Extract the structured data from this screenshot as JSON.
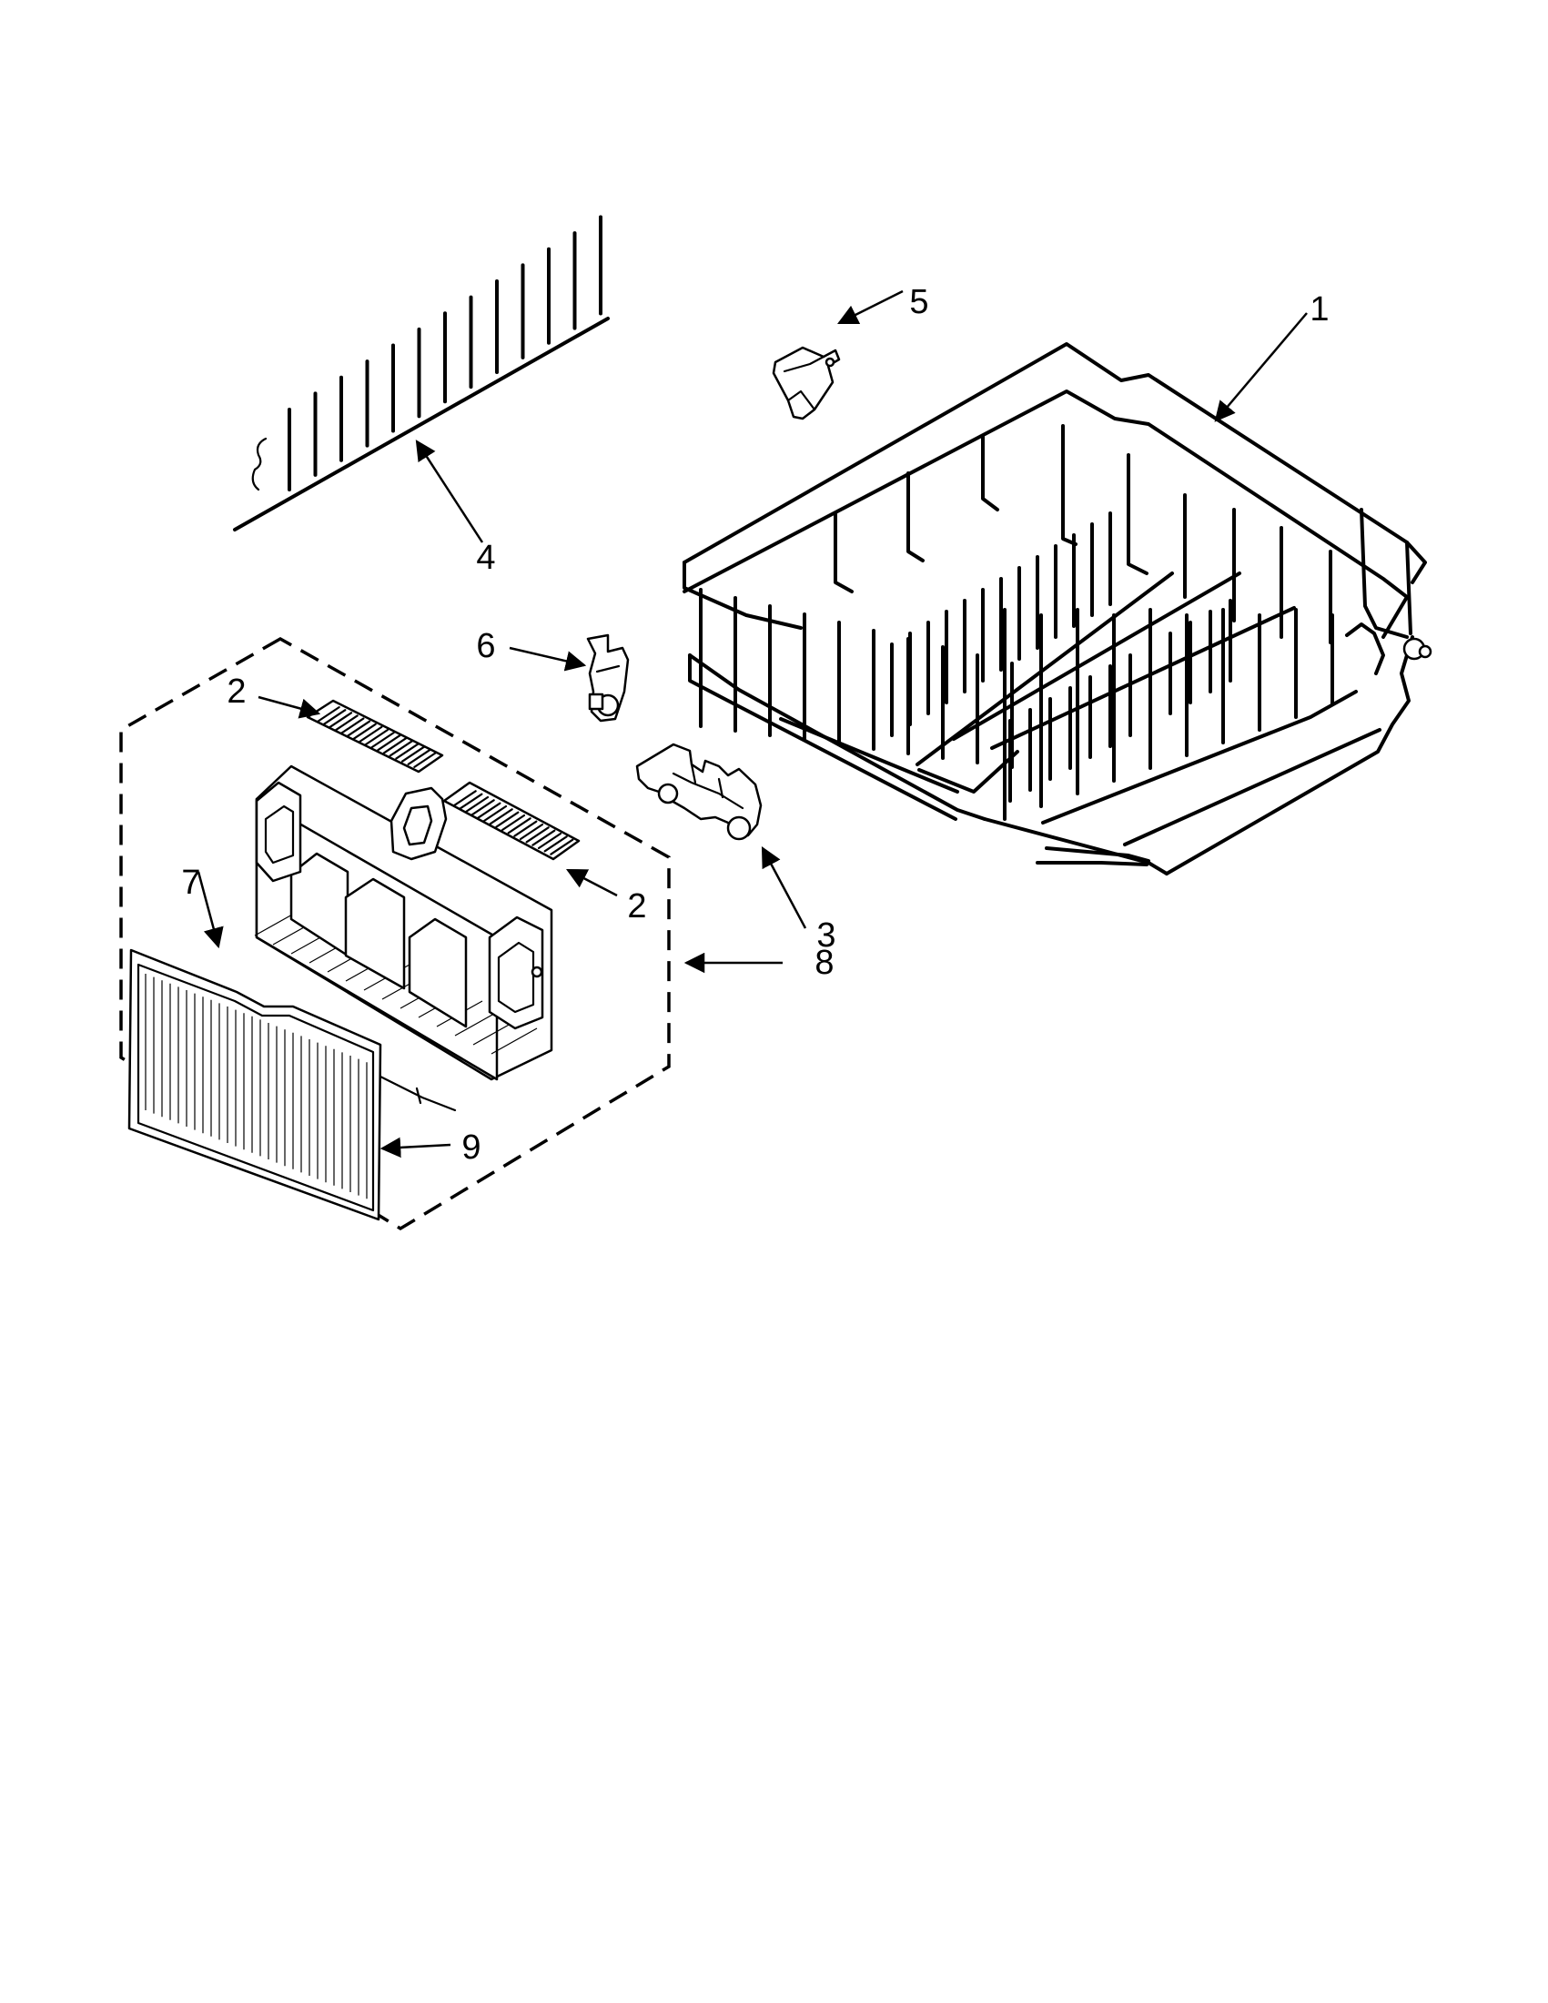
{
  "diagram": {
    "callouts": [
      "1",
      "2",
      "2",
      "3",
      "4",
      "5",
      "6",
      "7",
      "8",
      "9"
    ],
    "parts": [
      {
        "ref": "1",
        "icon": "lower-dish-rack-icon"
      },
      {
        "ref": "2",
        "icon": "basket-lid-icon"
      },
      {
        "ref": "3",
        "icon": "rack-wheel-clip-icon"
      },
      {
        "ref": "4",
        "icon": "tine-row-icon"
      },
      {
        "ref": "5",
        "icon": "rack-bumper-icon"
      },
      {
        "ref": "6",
        "icon": "rack-wheel-icon"
      },
      {
        "ref": "7",
        "icon": "basket-divider-icon"
      },
      {
        "ref": "8",
        "icon": "silverware-basket-icon"
      },
      {
        "ref": "9",
        "icon": "basket-cover-icon"
      }
    ]
  }
}
